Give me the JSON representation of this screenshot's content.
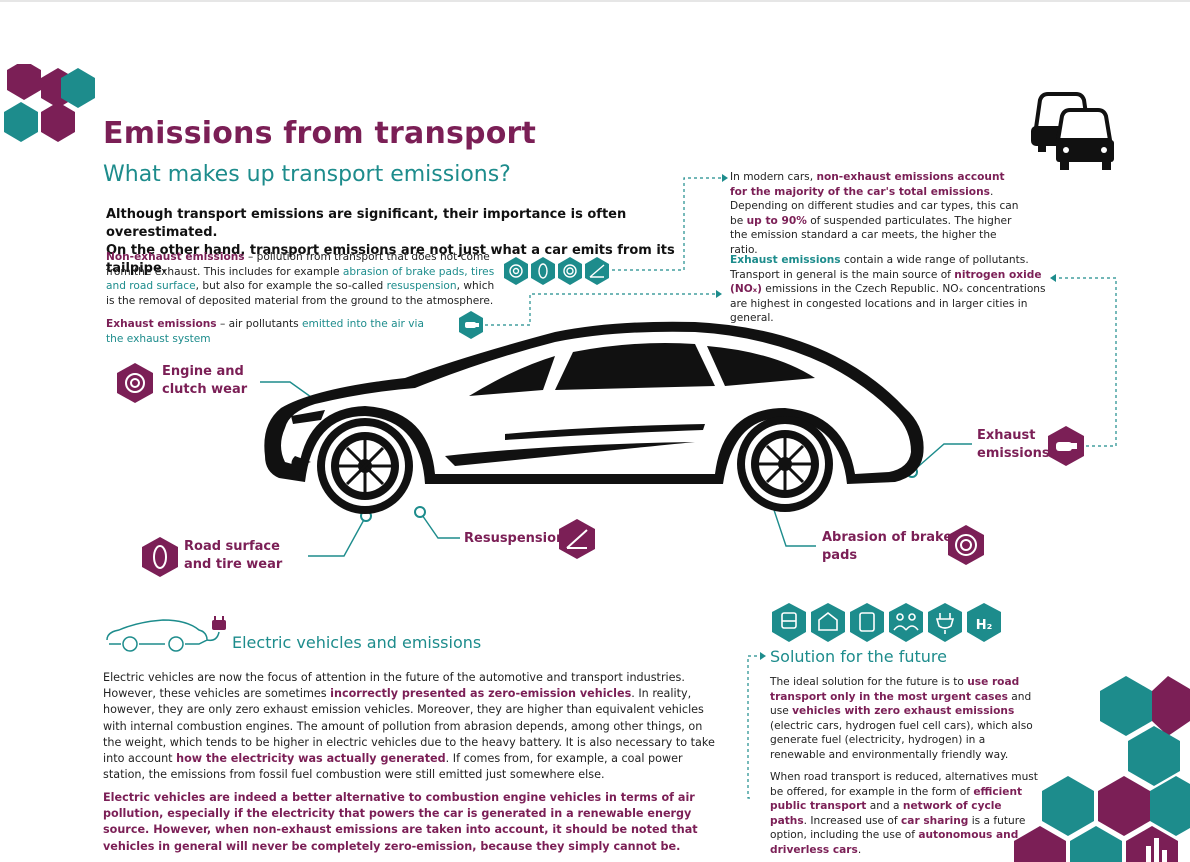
{
  "header": {
    "title": "Emissions from transport",
    "subtitle": "What makes up transport emissions?",
    "lead_1": "Although transport emissions are significant, their importance is often overestimated.",
    "lead_2": "On the other hand, transport emissions are not just what a car emits from its tailpipe."
  },
  "definitions": {
    "non_exhaust_term": "Non-exhaust emissions",
    "non_exhaust_text_1": " – pollution from transport that does not come from the exhaust. This includes for example ",
    "non_exhaust_hl_1": "abrasion of brake pads, tires and road surface",
    "non_exhaust_text_2": ", but also for example the so-called ",
    "non_exhaust_hl_2": "resuspension",
    "non_exhaust_text_3": ", which is the removal of deposited material from the ground to the atmosphere.",
    "exhaust_term": "Exhaust emissions",
    "exhaust_text_1": " – air pollutants ",
    "exhaust_hl_1": "emitted into the air via the exhaust system"
  },
  "callouts": {
    "modern_text_1": "In modern cars, ",
    "modern_hl_1": "non-exhaust emissions account for the majority of the car's total emissions",
    "modern_text_2": ". Depending on different studies and car types, this can be ",
    "modern_hl_2": "up to 90%",
    "modern_text_3": " of suspended particulates. The higher the emission standard a car meets, the higher the ratio.",
    "exhaust_term": "Exhaust emissions",
    "exhaust_text_1": " contain a wide range of pollutants. Transport in general is the main source of ",
    "exhaust_hl_1": "nitrogen oxide (NOₓ)",
    "exhaust_text_2": " emissions in the Czech Republic. NOₓ concentrations are highest in congested locations and in larger cities in general."
  },
  "labels": {
    "engine_1": "Engine and",
    "engine_2": "clutch wear",
    "road_1": "Road surface",
    "road_2": "and tire wear",
    "resuspension": "Resuspension",
    "brake_1": "Abrasion of brake",
    "brake_2": "pads",
    "exhaust_1": "Exhaust",
    "exhaust_2": "emissions"
  },
  "ev": {
    "heading": "Electric vehicles and emissions",
    "p1_a": "Electric vehicles are now the focus of attention in the future of the automotive and transport industries. However, these vehicles are sometimes ",
    "p1_hl_1": "incorrectly presented as zero-emission vehicles",
    "p1_b": ". In reality, however, they are only zero exhaust emission vehicles. Moreover, they are higher than equivalent vehicles with internal combustion engines. The amount of pollution from abrasion depends, among other things, on the weight, which tends to be higher in electric vehicles due to the heavy battery. It is also necessary to take into account ",
    "p1_hl_2": "how the electricity was actually generated",
    "p1_c": ". If comes from, for example, a coal power station, the emissions from fossil fuel combustion were still emitted just somewhere else.",
    "p2": "Electric vehicles are indeed a better alternative to combustion engine vehicles in terms of air pollution, especially if the electricity that powers the car is generated in a renewable energy source. However, when non-exhaust emissions are taken into account, it should be noted that vehicles in general will never be completely zero-emission, because they simply cannot be."
  },
  "future": {
    "heading": "Solution for the future",
    "p1_a": "The ideal solution for the future is to ",
    "p1_hl_1": "use road transport only in the most urgent cases",
    "p1_b": " and use ",
    "p1_hl_2": "vehicles with zero exhaust emissions",
    "p1_c": " (electric cars, hydrogen fuel cell cars), which also generate fuel (electricity, hydrogen) in a renewable and environmentally friendly way.",
    "p2_a": "When road transport is reduced, alternatives must be offered, for example in the form of ",
    "p2_hl_1": "efficient public transport",
    "p2_b": " and a ",
    "p2_hl_2": "network of cycle paths",
    "p2_c": ". Increased use of ",
    "p2_hl_3": "car sharing",
    "p2_d": " is a future option, including the use of ",
    "p2_hl_4": "autonomous and driverless cars",
    "p2_e": ".",
    "icon_h2": "H₂"
  },
  "colors": {
    "plum": "#7b1f56",
    "teal": "#1d8c8c",
    "text": "#222222"
  }
}
